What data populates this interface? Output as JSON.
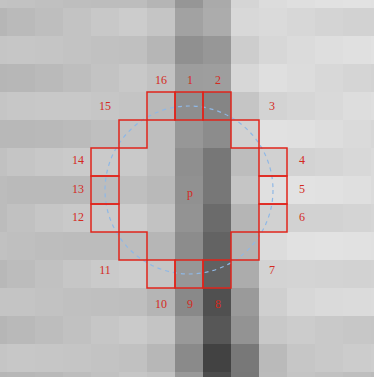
{
  "diagram": {
    "labels": [
      "1",
      "2",
      "3",
      "4",
      "5",
      "6",
      "7",
      "8",
      "9",
      "10",
      "11",
      "12",
      "13",
      "14",
      "15",
      "16",
      "p"
    ]
  }
}
